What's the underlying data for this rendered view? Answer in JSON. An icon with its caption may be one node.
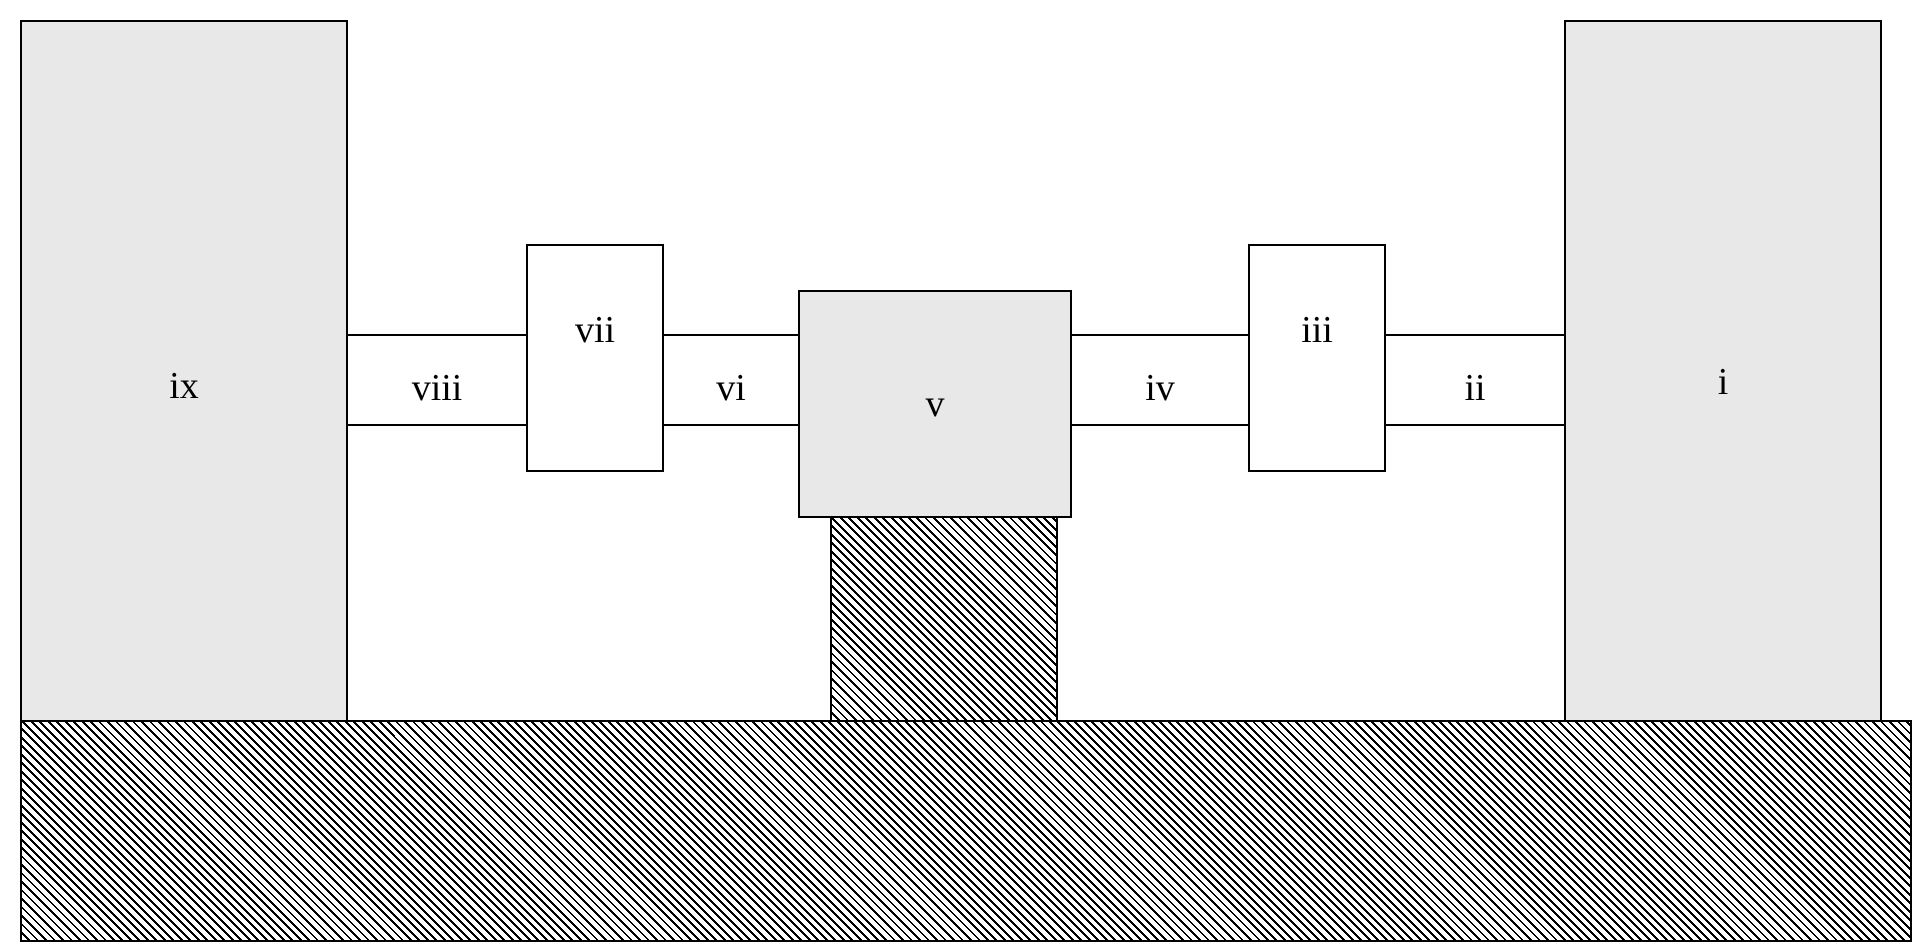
{
  "diagram": {
    "nodes": [
      {
        "text": [
          "ix"
        ]
      },
      {
        "text": [
          "viii"
        ]
      },
      {
        "text": [
          "vii"
        ]
      },
      {
        "text": [
          "vi"
        ]
      },
      {
        "text": [
          "v"
        ]
      },
      {
        "text": [
          "iv"
        ]
      },
      {
        "text": [
          "iii"
        ]
      },
      {
        "text": [
          "ii"
        ]
      },
      {
        "text": [
          "i"
        ]
      },
      {
        "text": [],
        "shape": "box"
      },
      {
        "text": [],
        "shape": "box"
      }
    ]
  }
}
